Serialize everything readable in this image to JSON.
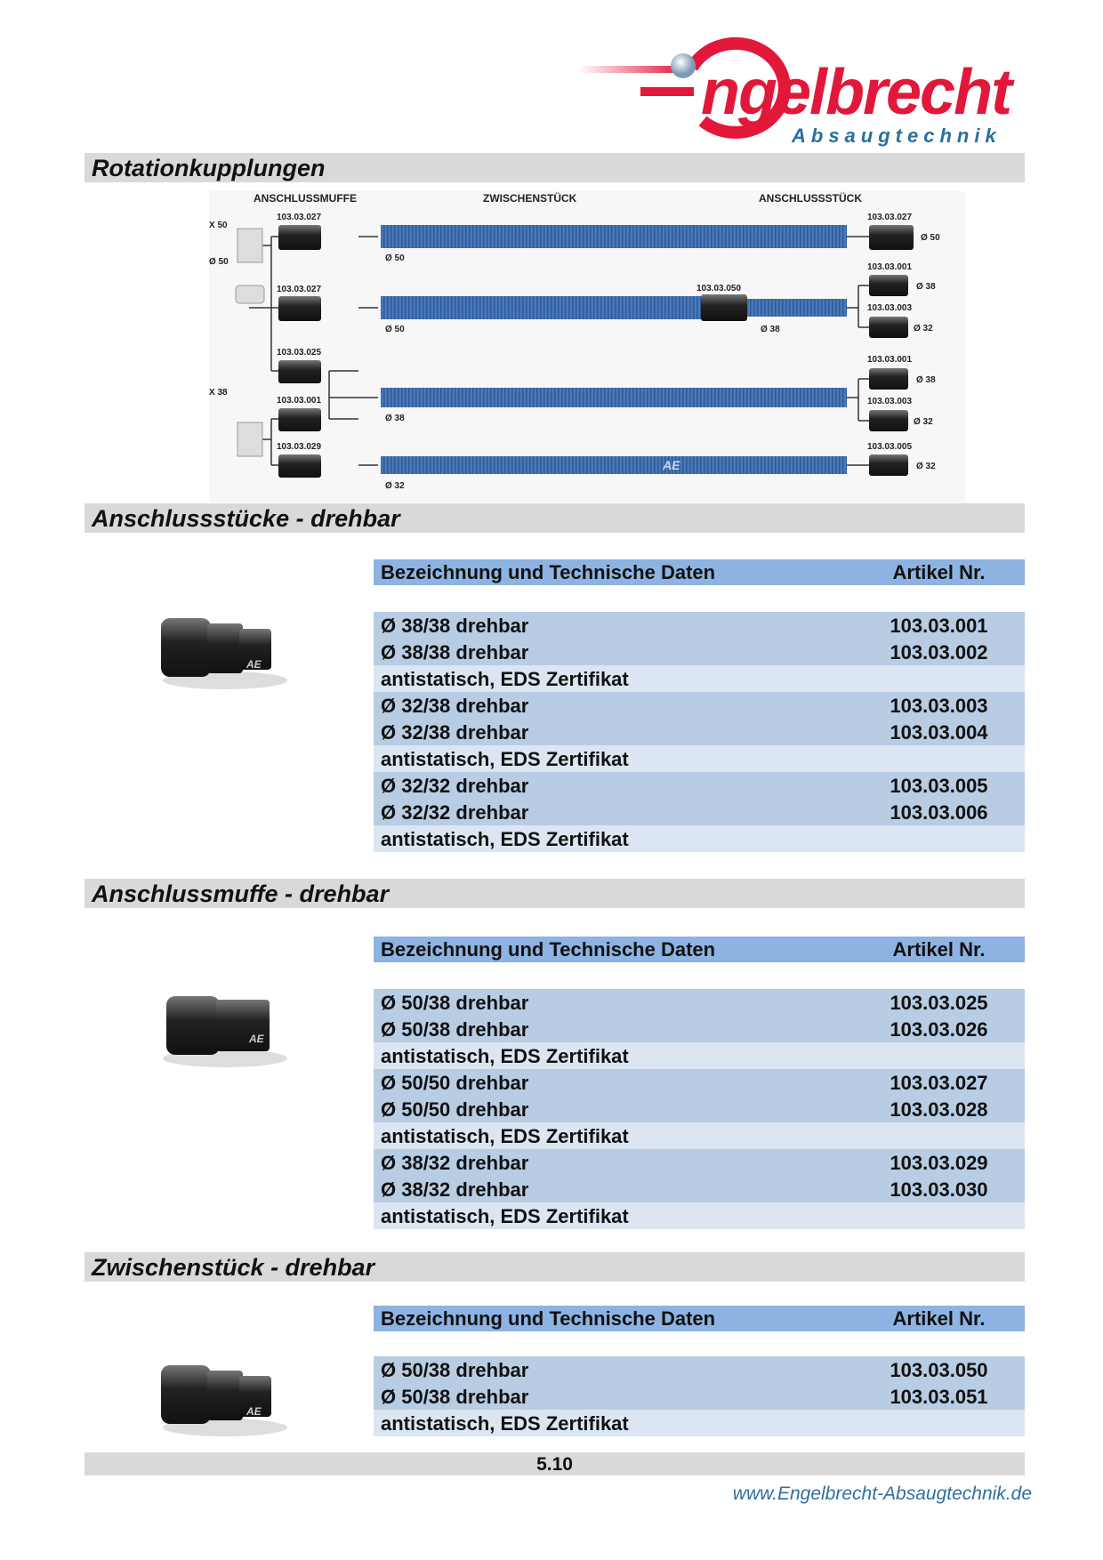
{
  "logo": {
    "name": "Engelbrecht",
    "tagline": "Absaugtechnik",
    "colors": {
      "red": "#e2183a",
      "blue": "#2a6f9e"
    }
  },
  "sections": [
    "Rotationkupplungen",
    "Anschlussstücke - drehbar",
    "Anschlussmuffe - drehbar",
    "Zwischenstück - drehbar"
  ],
  "diagram": {
    "headings": [
      "ANSCHLUSSMUFFE",
      "ZWISCHENSTÜCK",
      "ANSCHLUSSSTÜCK"
    ],
    "left_labels": [
      "X 50",
      "Ø 50",
      "X 38"
    ],
    "left_parts": [
      "103.03.027",
      "103.03.027",
      "103.03.025",
      "103.03.001",
      "103.03.029"
    ],
    "middle_part": "103.03.050",
    "tube_labels": [
      "Ø 50",
      "Ø 50",
      "Ø 38",
      "Ø 38",
      "Ø 32"
    ],
    "right_parts": [
      "103.03.027",
      "103.03.001",
      "103.03.003",
      "103.03.001",
      "103.03.003",
      "103.03.005"
    ],
    "right_diams": [
      "Ø 50",
      "Ø 38",
      "Ø 32",
      "Ø 38",
      "Ø 32",
      "Ø 32"
    ]
  },
  "table_header": {
    "desc": "Bezeichnung und Technische Daten",
    "art": "Artikel Nr."
  },
  "tables": [
    {
      "rows": [
        [
          "Ø 38/38 drehbar",
          "103.03.001"
        ],
        [
          "Ø 38/38 drehbar",
          "103.03.002"
        ],
        [
          "antistatisch, EDS Zertifikat",
          ""
        ],
        [
          "Ø 32/38 drehbar",
          "103.03.003"
        ],
        [
          "Ø 32/38 drehbar",
          "103.03.004"
        ],
        [
          "antistatisch, EDS Zertifikat",
          ""
        ],
        [
          "Ø 32/32 drehbar",
          "103.03.005"
        ],
        [
          "Ø 32/32 drehbar",
          "103.03.006"
        ],
        [
          "antistatisch, EDS Zertifikat",
          ""
        ]
      ]
    },
    {
      "rows": [
        [
          "Ø 50/38 drehbar",
          "103.03.025"
        ],
        [
          "Ø 50/38 drehbar",
          "103.03.026"
        ],
        [
          "antistatisch, EDS Zertifikat",
          ""
        ],
        [
          "Ø 50/50 drehbar",
          "103.03.027"
        ],
        [
          "Ø 50/50 drehbar",
          "103.03.028"
        ],
        [
          "antistatisch, EDS Zertifikat",
          ""
        ],
        [
          "Ø 38/32 drehbar",
          "103.03.029"
        ],
        [
          "Ø 38/32 drehbar",
          "103.03.030"
        ],
        [
          "antistatisch, EDS Zertifikat",
          ""
        ]
      ]
    },
    {
      "rows": [
        [
          "Ø 50/38 drehbar",
          "103.03.050"
        ],
        [
          "Ø 50/38 drehbar",
          "103.03.051"
        ],
        [
          "antistatisch, EDS Zertifikat",
          ""
        ]
      ]
    }
  ],
  "page_number": "5.10",
  "website": "www.Engelbrecht-Absaugtechnik.de"
}
